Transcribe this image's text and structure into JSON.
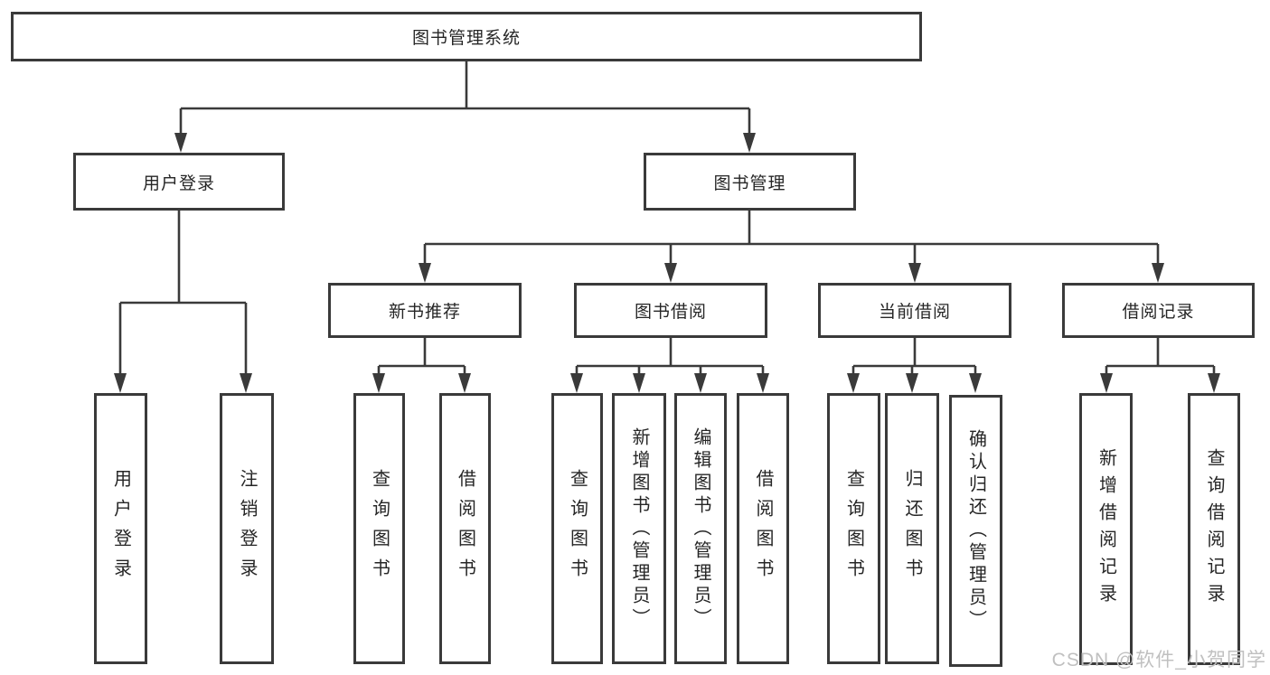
{
  "diagram": {
    "root": {
      "label": "图书管理系统",
      "children": [
        {
          "label": "用户登录",
          "children": [
            {
              "label": "用户登录"
            },
            {
              "label": "注销登录"
            }
          ]
        },
        {
          "label": "图书管理",
          "children": [
            {
              "label": "新书推荐",
              "children": [
                {
                  "label": "查询图书"
                },
                {
                  "label": "借阅图书"
                }
              ]
            },
            {
              "label": "图书借阅",
              "children": [
                {
                  "label": "查询图书"
                },
                {
                  "label": "新增图书（管理员）"
                },
                {
                  "label": "编辑图书（管理员）"
                },
                {
                  "label": "借阅图书"
                }
              ]
            },
            {
              "label": "当前借阅",
              "children": [
                {
                  "label": "查询图书"
                },
                {
                  "label": "归还图书"
                },
                {
                  "label": "确认归还（管理员）"
                }
              ]
            },
            {
              "label": "借阅记录",
              "children": [
                {
                  "label": "新增借阅记录"
                },
                {
                  "label": "查询借阅记录"
                }
              ]
            }
          ]
        }
      ]
    }
  },
  "watermark": {
    "text": "CSDN @软件_小贺同学"
  },
  "colors": {
    "line": "#3a3a3a",
    "box_border": "#3a3a3a",
    "text": "#262626",
    "watermark_text": "#c0c0c0",
    "background": "#ffffff"
  }
}
